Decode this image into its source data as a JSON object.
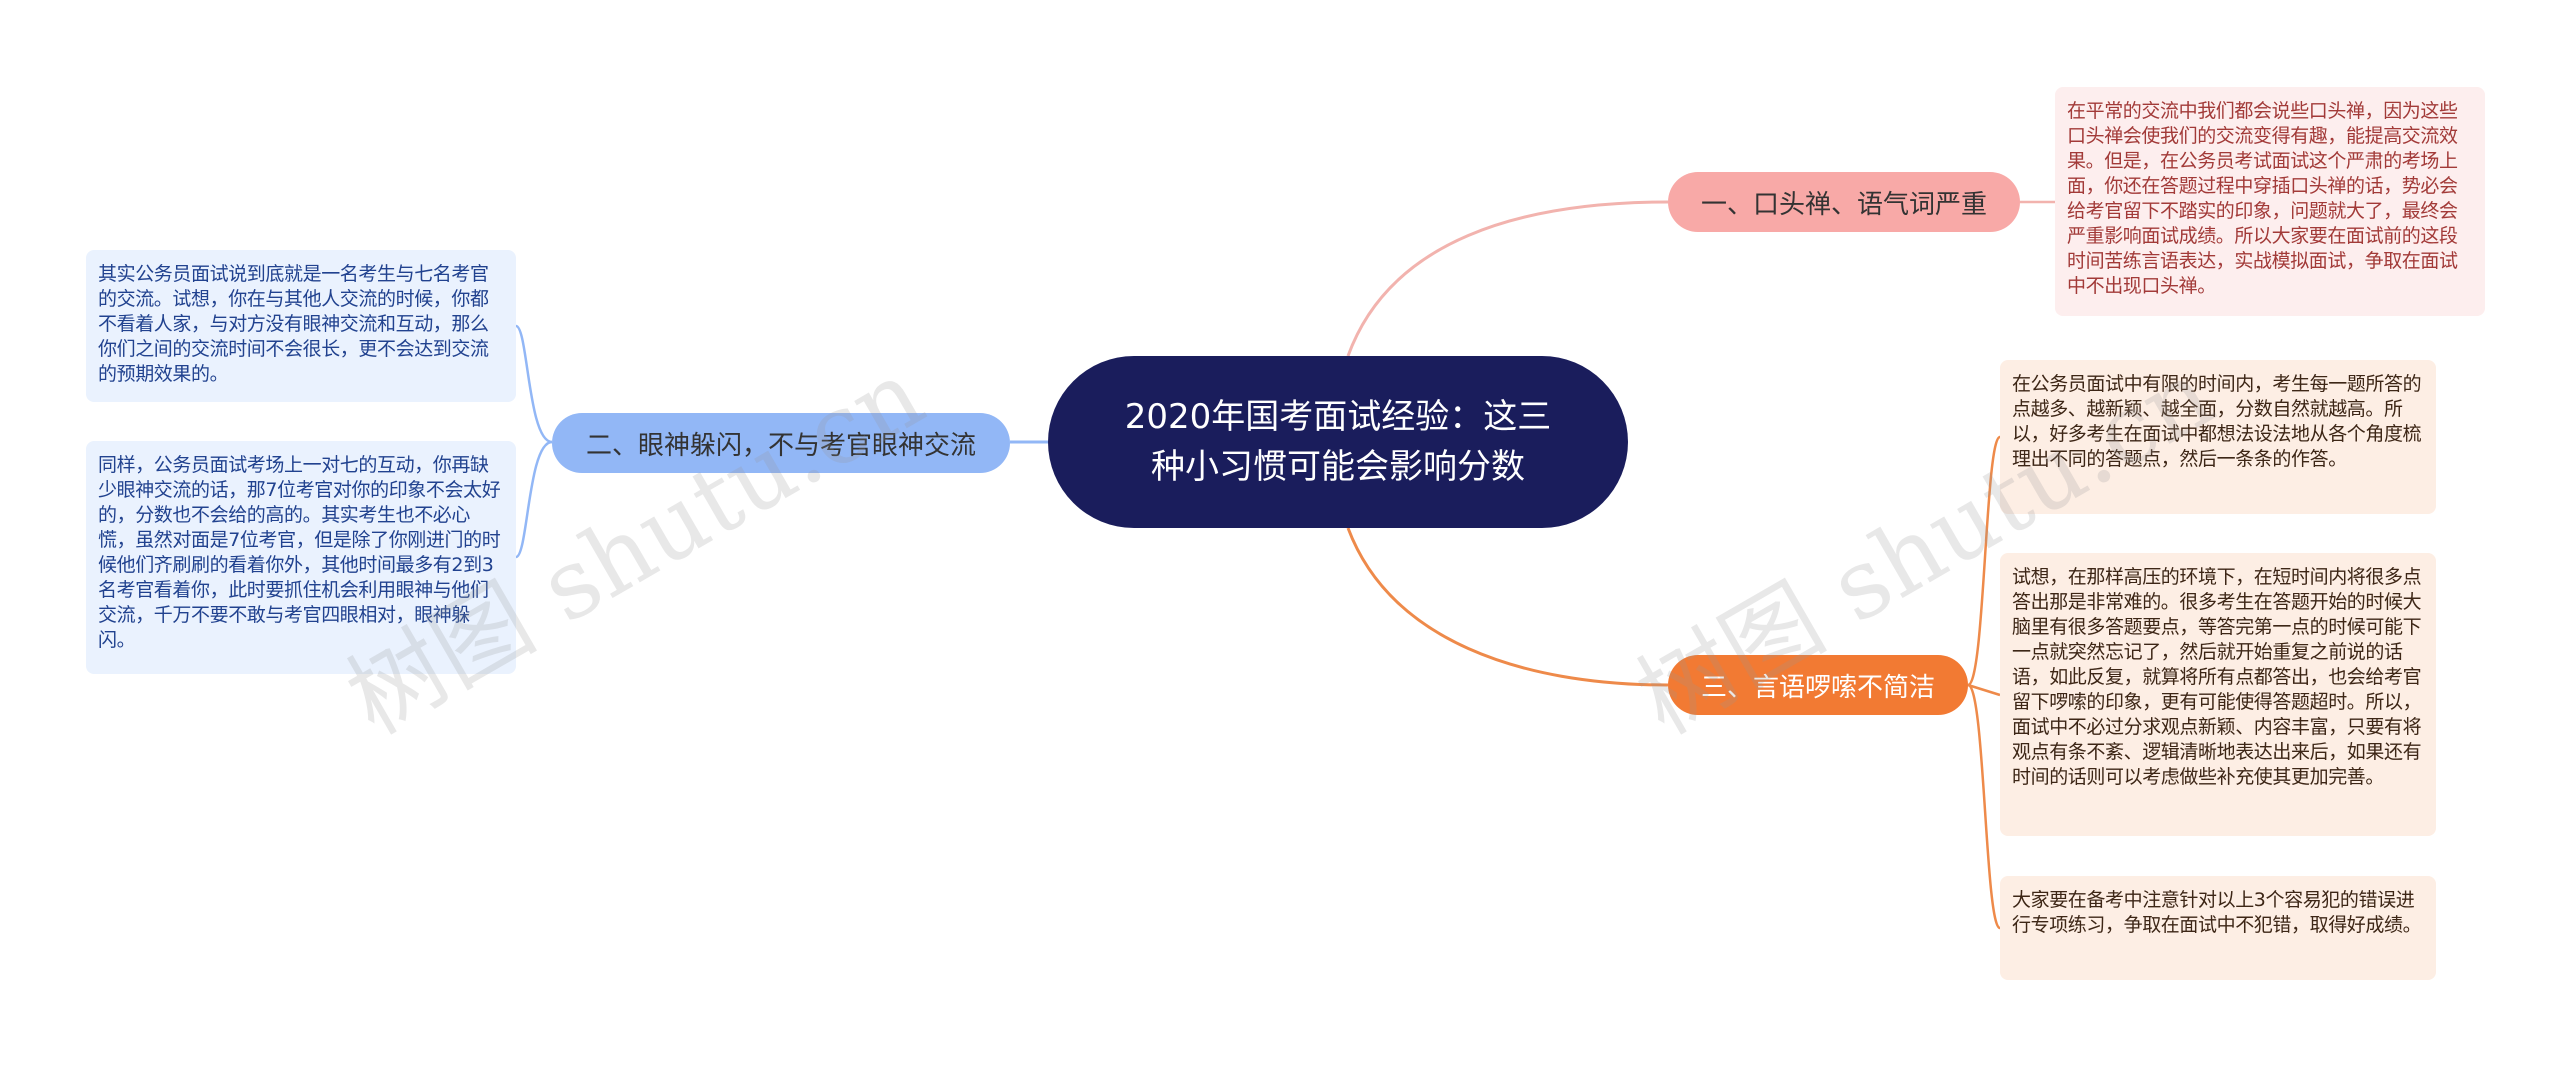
{
  "colors": {
    "center": "#1a1d5c",
    "branch1": "#f8a9a7",
    "branch2": "#92b7f6",
    "branch3": "#f27a33",
    "link1": "#f2b3ae",
    "link2": "#92b7f6",
    "link3": "#ee8a4a"
  },
  "center": {
    "title": "2020年国考面试经验：这三种小习惯可能会影响分数"
  },
  "branches": [
    {
      "label": "一、口头禅、语气词严重",
      "leaves": [
        "在平常的交流中我们都会说些口头禅，因为这些口头禅会使我们的交流变得有趣，能提高交流效果。但是，在公务员考试面试这个严肃的考场上面，你还在答题过程中穿插口头禅的话，势必会给考官留下不踏实的印象，问题就大了，最终会严重影响面试成绩。所以大家要在面试前的这段时间苦练言语表达，实战模拟面试，争取在面试中不出现口头禅。"
      ]
    },
    {
      "label": "二、眼神躲闪，不与考官眼神交流",
      "leaves": [
        "其实公务员面试说到底就是一名考生与七名考官的交流。试想，你在与其他人交流的时候，你都不看着人家，与对方没有眼神交流和互动，那么你们之间的交流时间不会很长，更不会达到交流的预期效果的。",
        "同样，公务员面试考场上一对七的互动，你再缺少眼神交流的话，那7位考官对你的印象不会太好的，分数也不会给的高的。其实考生也不必心慌，虽然对面是7位考官，但是除了你刚进门的时候他们齐刷刷的看着你外，其他时间最多有2到3名考官看着你，此时要抓住机会利用眼神与他们交流，千万不要不敢与考官四眼相对，眼神躲闪。"
      ]
    },
    {
      "label": "三、言语啰嗦不简洁",
      "leaves": [
        "在公务员面试中有限的时间内，考生每一题所答的点越多、越新颖、越全面，分数自然就越高。所以，好多考生在面试中都想法设法地从各个角度梳理出不同的答题点，然后一条条的作答。",
        "试想，在那样高压的环境下，在短时间内将很多点答出那是非常难的。很多考生在答题开始的时候大脑里有很多答题要点，等答完第一点的时候可能下一点就突然忘记了，然后就开始重复之前说的话语，如此反复，就算将所有点都答出，也会给考官留下啰嗦的印象，更有可能使得答题超时。所以，面试中不必过分求观点新颖、内容丰富，只要有将观点有条不紊、逻辑清晰地表达出来后，如果还有时间的话则可以考虑做些补充使其更加完善。",
        "大家要在备考中注意针对以上3个容易犯的错误进行专项练习，争取在面试中不犯错，取得好成绩。"
      ]
    }
  ],
  "watermark": "树图 shutu.cn"
}
